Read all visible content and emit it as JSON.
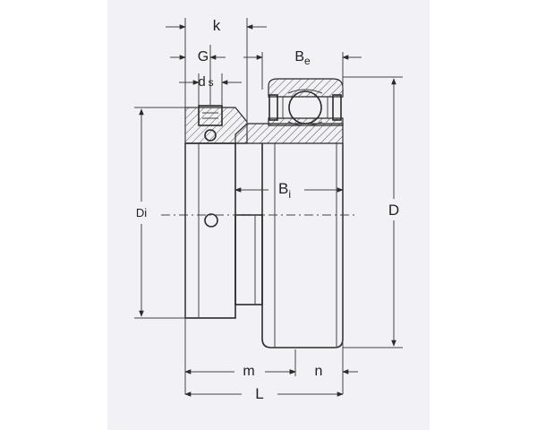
{
  "labels": {
    "k": "k",
    "G": "G",
    "ds_main": "d",
    "ds_sub": "s",
    "Be_main": "B",
    "Be_sub": "e",
    "Bi_main": "B",
    "Bi_sub": "i",
    "Di": "Di",
    "D": "D",
    "m": "m",
    "n": "n",
    "L": "L"
  },
  "colors": {
    "background": "#f2f1f6",
    "line": "#2a2a2a",
    "hatch": "#555555"
  }
}
